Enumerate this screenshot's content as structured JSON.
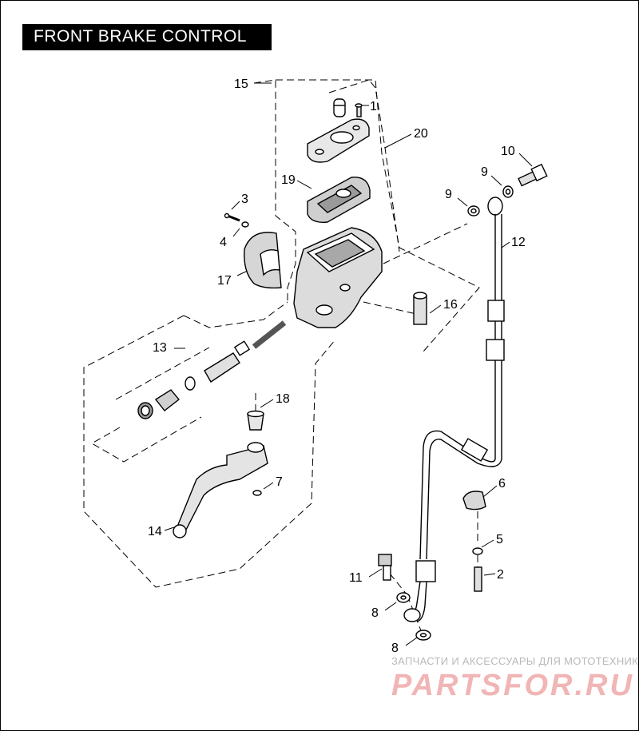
{
  "title": "FRONT BRAKE CONTROL",
  "callouts": [
    "15",
    "1",
    "20",
    "19",
    "3",
    "4",
    "17",
    "10",
    "9",
    "9",
    "12",
    "16",
    "13",
    "18",
    "7",
    "14",
    "6",
    "5",
    "11",
    "2",
    "8",
    "8"
  ],
  "watermark": {
    "line1": "ЗАПЧАСТИ И АКСЕССУАРЫ ДЛЯ МОТОТЕХНИКИ",
    "line2": "PARTSFOR.RU"
  },
  "colors": {
    "ink": "#000000",
    "background": "#ffffff",
    "watermark_red": "#f1b5b5",
    "watermark_gray": "#b9b9b9"
  }
}
